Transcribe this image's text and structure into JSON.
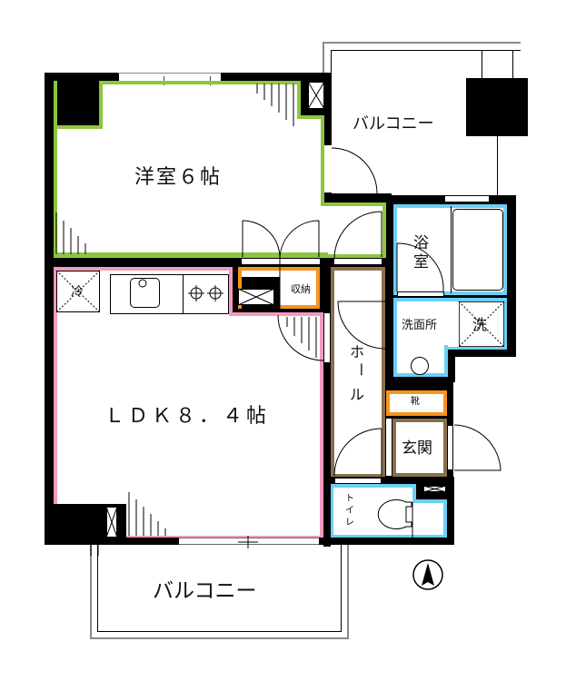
{
  "plan": {
    "rooms": {
      "western_room": {
        "label": "洋室６帖",
        "color": "#8cc63f"
      },
      "ldk": {
        "label": "ＬＤＫ８．４帖",
        "color": "#f29bbf"
      },
      "balcony_top": {
        "label": "バルコニー"
      },
      "balcony_bottom": {
        "label": "バルコニー"
      },
      "bathroom": {
        "label_top": "浴",
        "label_bottom": "室",
        "color": "#6ccff6"
      },
      "washroom": {
        "label": "洗面所",
        "color": "#6ccff6"
      },
      "washer": {
        "label": "洗"
      },
      "hall": {
        "label_1": "ホ",
        "label_2": "ー",
        "label_3": "ル",
        "color": "#8b6f4e"
      },
      "entrance": {
        "label": "玄関",
        "color": "#8b6f4e"
      },
      "shoe_storage": {
        "label": "靴",
        "color": "#f7941d"
      },
      "storage": {
        "label": "収納",
        "color": "#f7941d"
      },
      "toilet": {
        "label_1": "ト",
        "label_2": "イ",
        "label_3": "レ",
        "color": "#6ccff6"
      },
      "fridge": {
        "label": "冷"
      }
    },
    "compass": {
      "direction": "N"
    }
  }
}
